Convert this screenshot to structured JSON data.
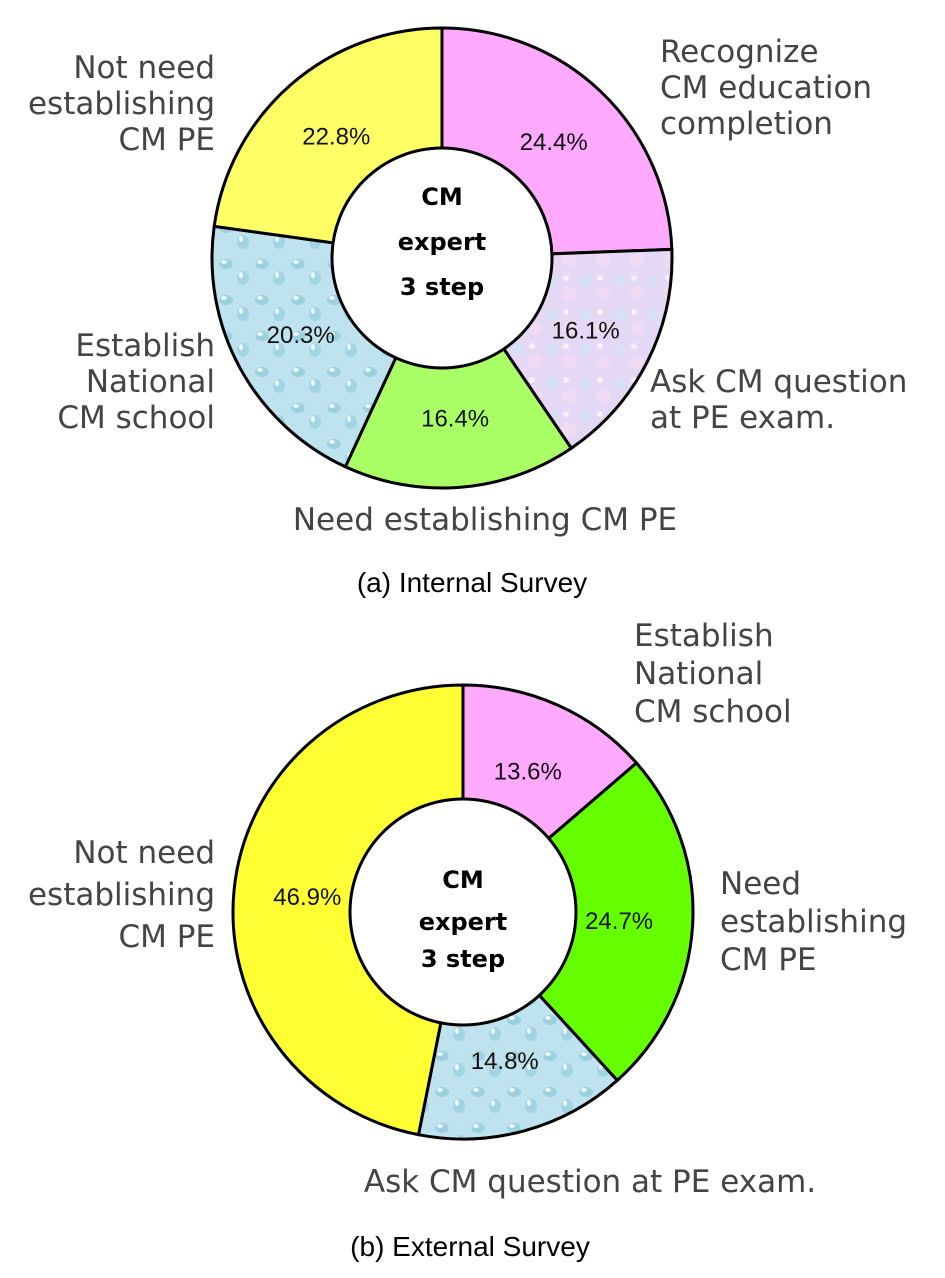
{
  "chart_data": [
    {
      "type": "pie",
      "caption": "(a) Internal Survey",
      "center_text": [
        "CM",
        "expert",
        "3 step"
      ],
      "slices": [
        {
          "label": [
            "Recognize",
            "CM education",
            "completion"
          ],
          "value": 24.4,
          "value_label": "24.4%",
          "color": "#ffaaff",
          "fill": "solid"
        },
        {
          "label": [
            "Ask CM question",
            "at PE exam."
          ],
          "value": 16.1,
          "value_label": "16.1%",
          "color": "#e4d8f4",
          "fill": "pattern"
        },
        {
          "label": [
            "Need establishing CM PE"
          ],
          "value": 16.4,
          "value_label": "16.4%",
          "color": "#aaff66",
          "fill": "solid"
        },
        {
          "label": [
            "Establish",
            "National",
            "CM school"
          ],
          "value": 20.3,
          "value_label": "20.3%",
          "color": "#bfe3ee",
          "fill": "pattern"
        },
        {
          "label": [
            "Not need",
            "establishing",
            "CM PE"
          ],
          "value": 22.8,
          "value_label": "22.8%",
          "color": "#ffff66",
          "fill": "solid"
        }
      ]
    },
    {
      "type": "pie",
      "caption": "(b) External Survey",
      "center_text": [
        "CM",
        "expert",
        "3 step"
      ],
      "slices": [
        {
          "label": [
            "Establish",
            "National",
            "CM school"
          ],
          "value": 13.6,
          "value_label": "13.6%",
          "color": "#ffaaff",
          "fill": "solid"
        },
        {
          "label": [
            "Need",
            "establishing",
            "CM PE"
          ],
          "value": 24.7,
          "value_label": "24.7%",
          "color": "#66ff00",
          "fill": "solid"
        },
        {
          "label": [
            "Ask CM question at PE exam."
          ],
          "value": 14.8,
          "value_label": "14.8%",
          "color": "#bfe3ee",
          "fill": "pattern"
        },
        {
          "label": [
            "Not need",
            "establishing",
            "CM PE"
          ],
          "value": 46.9,
          "value_label": "46.9%",
          "color": "#ffff33",
          "fill": "solid"
        }
      ]
    }
  ]
}
